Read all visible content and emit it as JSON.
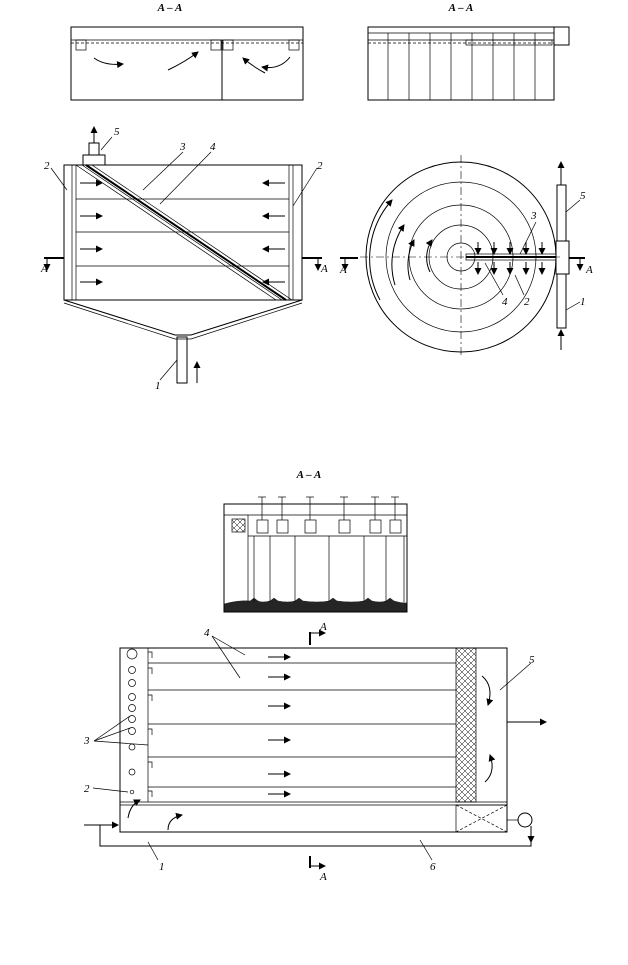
{
  "labels": {
    "section_top_left": "A – A",
    "section_top_right": "A – A",
    "section_bottom": "A – A",
    "cut_letter": "A",
    "n1": "1",
    "n2": "2",
    "n3": "3",
    "n4": "4",
    "n5": "5",
    "n6": "6"
  }
}
